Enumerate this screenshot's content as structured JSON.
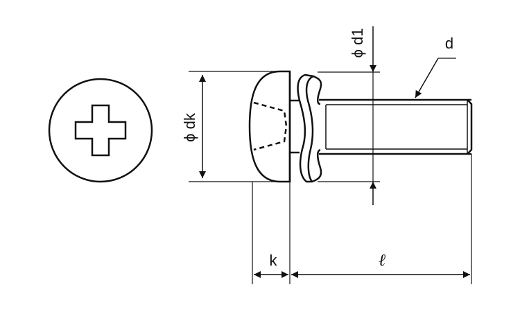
{
  "diagram": {
    "labels": {
      "d": "d",
      "d1": "ϕ d1",
      "dk": "ϕ dk",
      "k": "k",
      "l": "ℓ"
    }
  }
}
